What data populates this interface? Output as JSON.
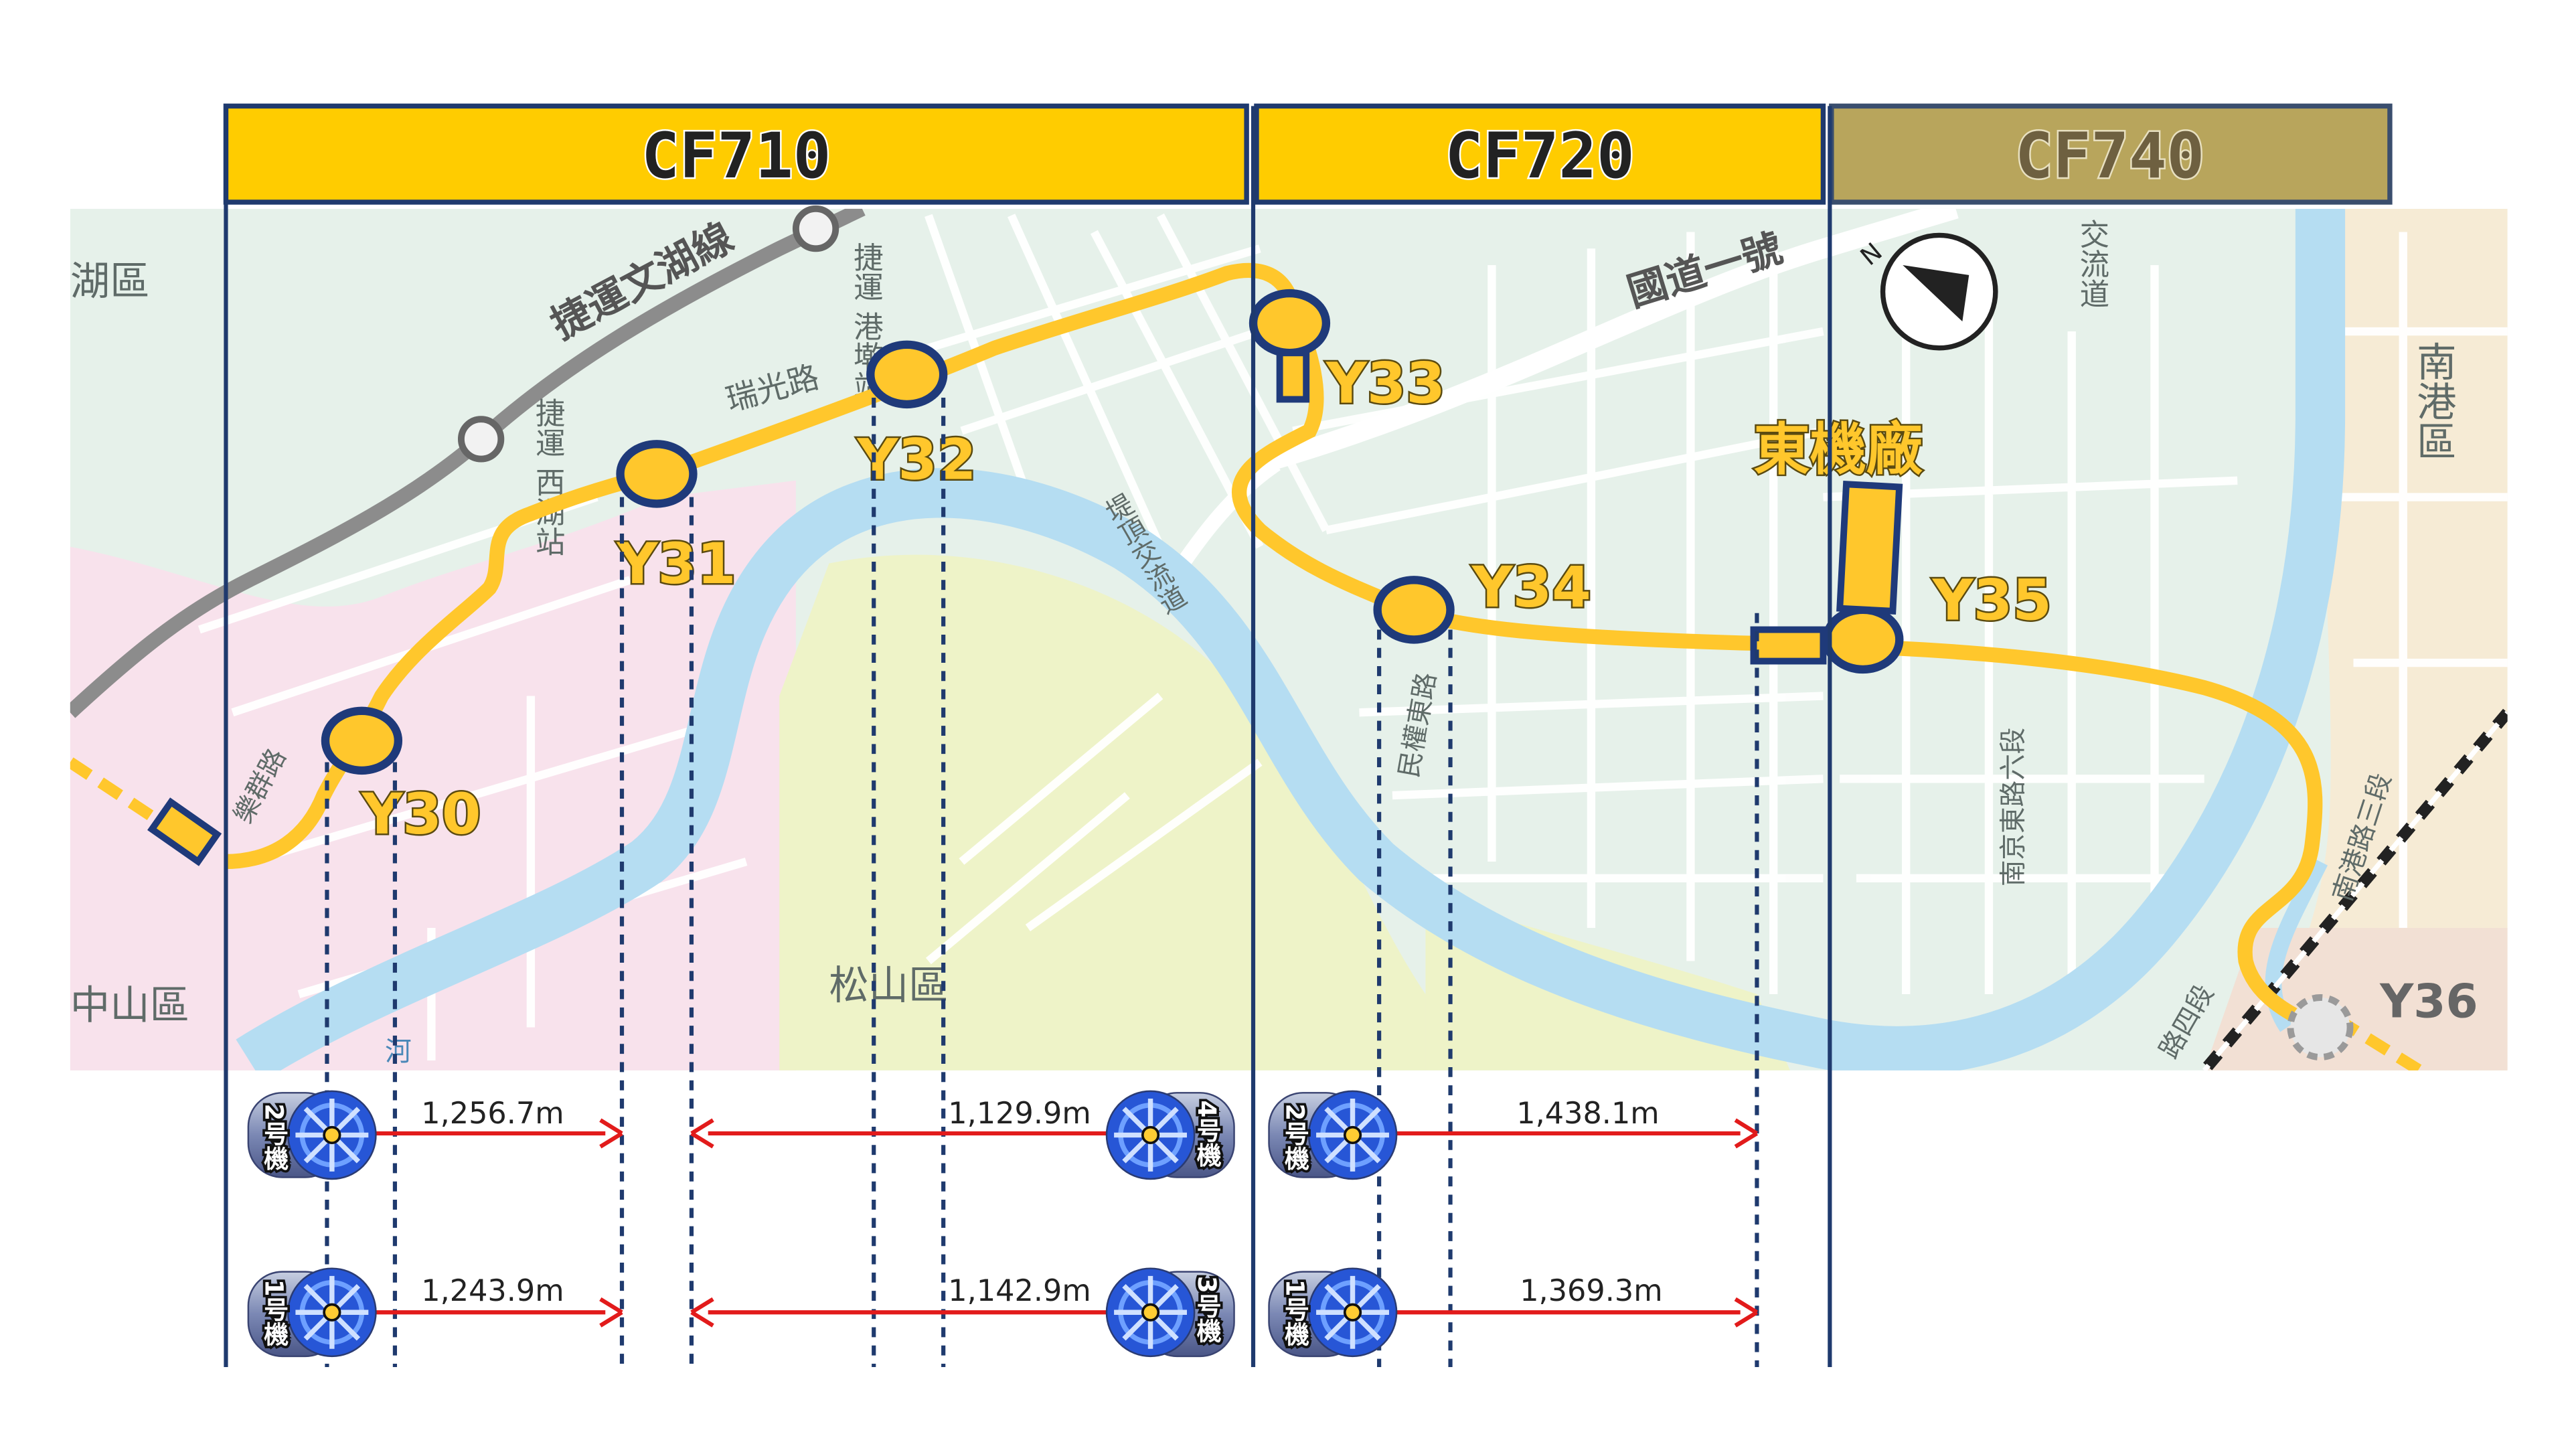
{
  "sections": [
    {
      "id": "cf710",
      "label": "CF710",
      "fill": "#FFCC00",
      "text": "#222222"
    },
    {
      "id": "cf720",
      "label": "CF720",
      "fill": "#FFCC00",
      "text": "#222222"
    },
    {
      "id": "cf740",
      "label": "CF740",
      "fill": "#B8A55C",
      "text": "#6E6040"
    }
  ],
  "stations": {
    "y30": "Y30",
    "y31": "Y31",
    "y32": "Y32",
    "y33": "Y33",
    "y34": "Y34",
    "y35": "Y35",
    "y36": "Y36"
  },
  "depot": "東機廠",
  "map_labels": {
    "wenhu_line": "捷運文湖線",
    "gangqi_station": "捷運 港墘站",
    "xihu_station": "捷運 西湖站",
    "ruiguang_road": "瑞光路",
    "national_hwy_1": "國道一號",
    "levee_road": "堤頂交流道",
    "jiaoliu_road": "交流道",
    "minquan_e_road": "民權東路",
    "nanjing_e_rd_6": "南京東路六段",
    "nangang_rd_3": "南港路三段",
    "road_4": "路四段",
    "lequn_road": "樂群路",
    "neihu_district": "湖區",
    "zhongshan_district": "中山區",
    "songshan_district": "松山區",
    "nangang_district": "南港區",
    "river": "河",
    "compass_n": "N"
  },
  "tbm": {
    "m1": "1号機",
    "m2": "2号機",
    "m3": "3号機",
    "m4": "4号機"
  },
  "distances": {
    "d_cf710_m2": "1,256.7m",
    "d_cf710_m1": "1,243.9m",
    "d_cf710_m4": "1,129.9m",
    "d_cf710_m3": "1,142.9m",
    "d_cf720_m2": "1,438.1m",
    "d_cf720_m1": "1,369.3m"
  },
  "colors": {
    "route": "#FFC72C",
    "station_outline": "#1F3A7A",
    "divider": "#1F3A6E",
    "arrow": "#E21B1B",
    "river": "#B5DDF2",
    "map_base": "#E6F1EA",
    "park": "#EEF3C8"
  }
}
